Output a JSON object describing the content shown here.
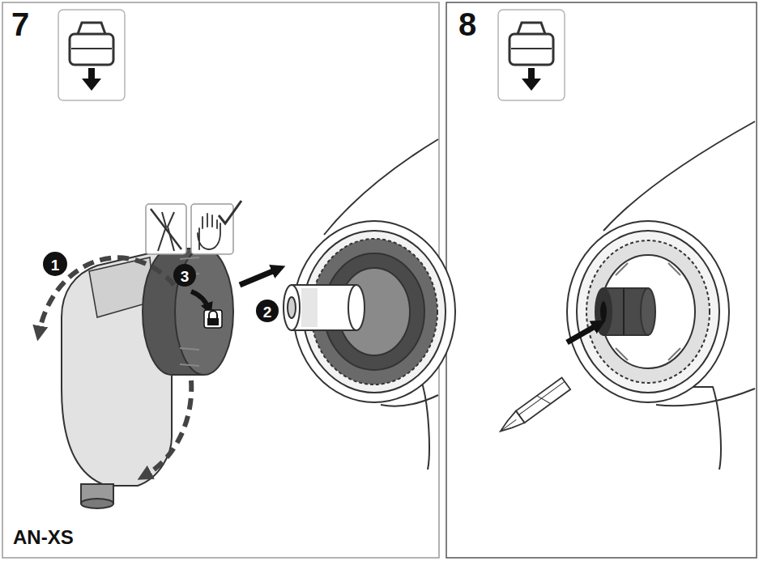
{
  "diagram": {
    "labels": [
      "7",
      "1",
      "3",
      "2",
      "AN-XS",
      "8"
    ]
  }
}
